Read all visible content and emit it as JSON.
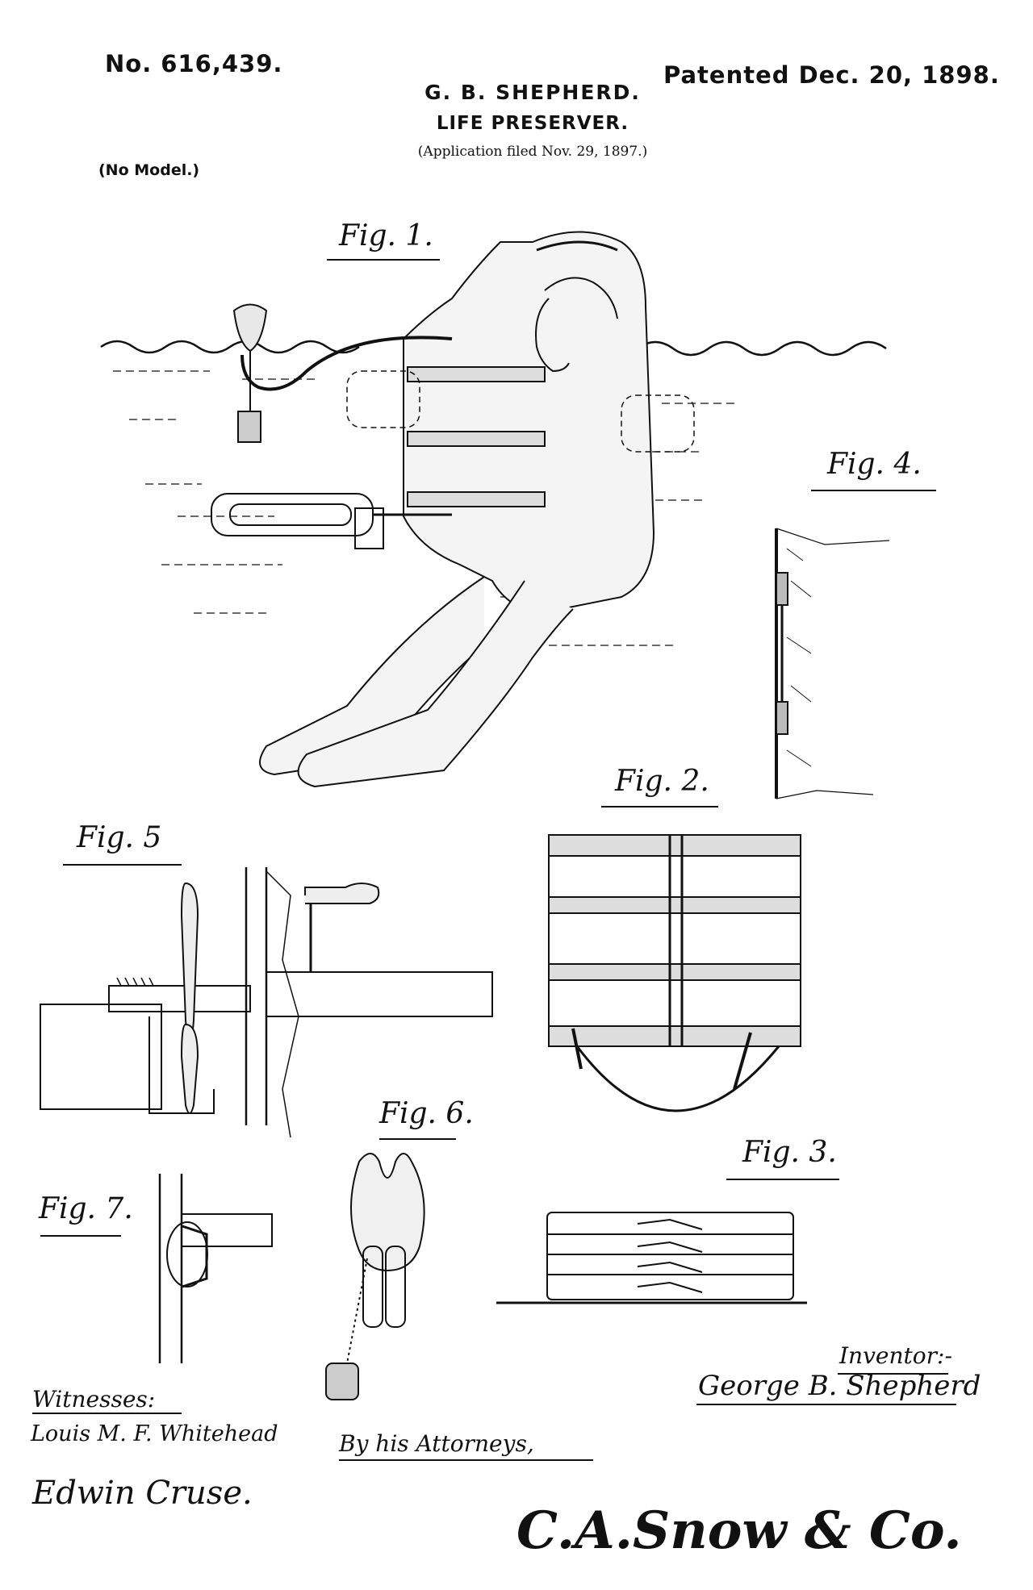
{
  "header": {
    "patent_number": "No. 616,439.",
    "patented_date": "Patented Dec. 20, 1898.",
    "inventor_name": "G. B. SHEPHERD.",
    "title": "LIFE PRESERVER.",
    "application": "(Application filed Nov. 29, 1897.)",
    "model_note": "(No Model.)"
  },
  "figures": {
    "fig1": "Fig. 1.",
    "fig2": "Fig. 2.",
    "fig3": "Fig. 3.",
    "fig4": "Fig. 4.",
    "fig5": "Fig. 5",
    "fig6": "Fig. 6.",
    "fig7": "Fig. 7."
  },
  "footer": {
    "witnesses_label": "Witnesses:",
    "witness_1": "Louis M. F. Whitehead",
    "witness_2": "Edwin Cruse.",
    "attorneys_text": "By his Attorneys,",
    "inventor_label": "Inventor:-",
    "inventor_signature": "George B. Shepherd",
    "attorney_signature": "C.A.Snow & Co."
  },
  "colors": {
    "ink": "#111111",
    "paper": "#ffffff"
  }
}
